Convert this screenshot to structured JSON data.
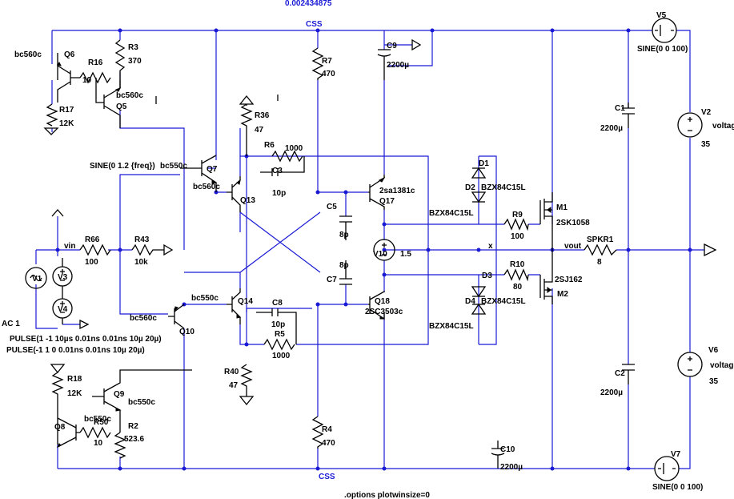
{
  "header": {
    "value": "0.002434875"
  },
  "nets": {
    "css_top": "CSS",
    "css_bottom": "CSS",
    "vin": "vin",
    "vout": "vout",
    "x": "x"
  },
  "sources": {
    "V1": {
      "name": "V1",
      "value": "AC 1"
    },
    "V2": {
      "name": "V2",
      "value": "voltage",
      "val2": "35"
    },
    "V3": {
      "name": "V3",
      "value": "PULSE(1 -1 10µs 0.01ns 0.01ns 10µ 20µ)"
    },
    "V4": {
      "name": "V4",
      "value": "PULSE(-1 1 0 0.01ns 0.01ns 10µ 20µ)"
    },
    "V5": {
      "name": "V5",
      "value": "SINE(0 0 100)"
    },
    "V6": {
      "name": "V6",
      "value": "voltage",
      "val2": "35"
    },
    "V7": {
      "name": "V7",
      "value": "SINE(0 0 100)"
    },
    "V10": {
      "name": "V10",
      "value": "1.5"
    }
  },
  "resistors": {
    "R2": {
      "name": "R2",
      "value": "523.6"
    },
    "R3": {
      "name": "R3",
      "value": "370"
    },
    "R4": {
      "name": "R4",
      "value": "470"
    },
    "R5": {
      "name": "R5",
      "value": "1000"
    },
    "R6": {
      "name": "R6",
      "value": "1000"
    },
    "R7": {
      "name": "R7",
      "value": "470"
    },
    "R9": {
      "name": "R9",
      "value": "100"
    },
    "R10": {
      "name": "R10",
      "value": "80"
    },
    "R16": {
      "name": "R16",
      "value": "10"
    },
    "R17": {
      "name": "R17",
      "value": "12K"
    },
    "R18": {
      "name": "R18",
      "value": "12K"
    },
    "R36": {
      "name": "R36",
      "value": "47"
    },
    "R40": {
      "name": "R40",
      "value": "47"
    },
    "R43": {
      "name": "R43",
      "value": "10k"
    },
    "R50": {
      "name": "R50",
      "value": "10"
    },
    "R66": {
      "name": "R66",
      "value": "100"
    },
    "SPKR1": {
      "name": "SPKR1",
      "value": "8"
    }
  },
  "capacitors": {
    "C1": {
      "name": "C1",
      "value": "2200µ"
    },
    "C2": {
      "name": "C2",
      "value": "2200µ"
    },
    "C3": {
      "name": "C3",
      "value": "10p"
    },
    "C5": {
      "name": "C5",
      "value": "8p"
    },
    "C7": {
      "name": "C7",
      "value": "8p"
    },
    "C8": {
      "name": "C8",
      "value": "10p"
    },
    "C9": {
      "name": "C9",
      "value": "2200µ"
    },
    "C10": {
      "name": "C10",
      "value": "2200µ"
    }
  },
  "transistors": {
    "Q5": {
      "name": "Q5",
      "model": "bc560c"
    },
    "Q6": {
      "name": "Q6",
      "model": "bc560c"
    },
    "Q7": {
      "name": "Q7",
      "model": "bc550c"
    },
    "Q8": {
      "name": "Q8",
      "model": "bc550c"
    },
    "Q9": {
      "name": "Q9",
      "model": "bc550c"
    },
    "Q10": {
      "name": "Q10",
      "model": "bc560c"
    },
    "Q13": {
      "name": "Q13",
      "model": "bc560c"
    },
    "Q14": {
      "name": "Q14",
      "model": "bc550c"
    },
    "Q17": {
      "name": "Q17",
      "model": "2sa1381c"
    },
    "Q18": {
      "name": "Q18",
      "model": "2SC3503c"
    },
    "M1": {
      "name": "M1",
      "model": "2SK1058"
    },
    "M2": {
      "name": "M2",
      "model": "2SJ162"
    }
  },
  "diodes": {
    "D1": {
      "name": "D1",
      "model": "BZX84C15L"
    },
    "D2": {
      "name": "D2",
      "model": "BZX84C15L"
    },
    "D3": {
      "name": "D3",
      "model": "BZX84C15L"
    },
    "D4": {
      "name": "D4",
      "model": "BZX84C15L"
    }
  },
  "directives": {
    "sine_freq": "SINE(0 1.2 {freq})",
    "options": ".options plotwinsize=0"
  }
}
